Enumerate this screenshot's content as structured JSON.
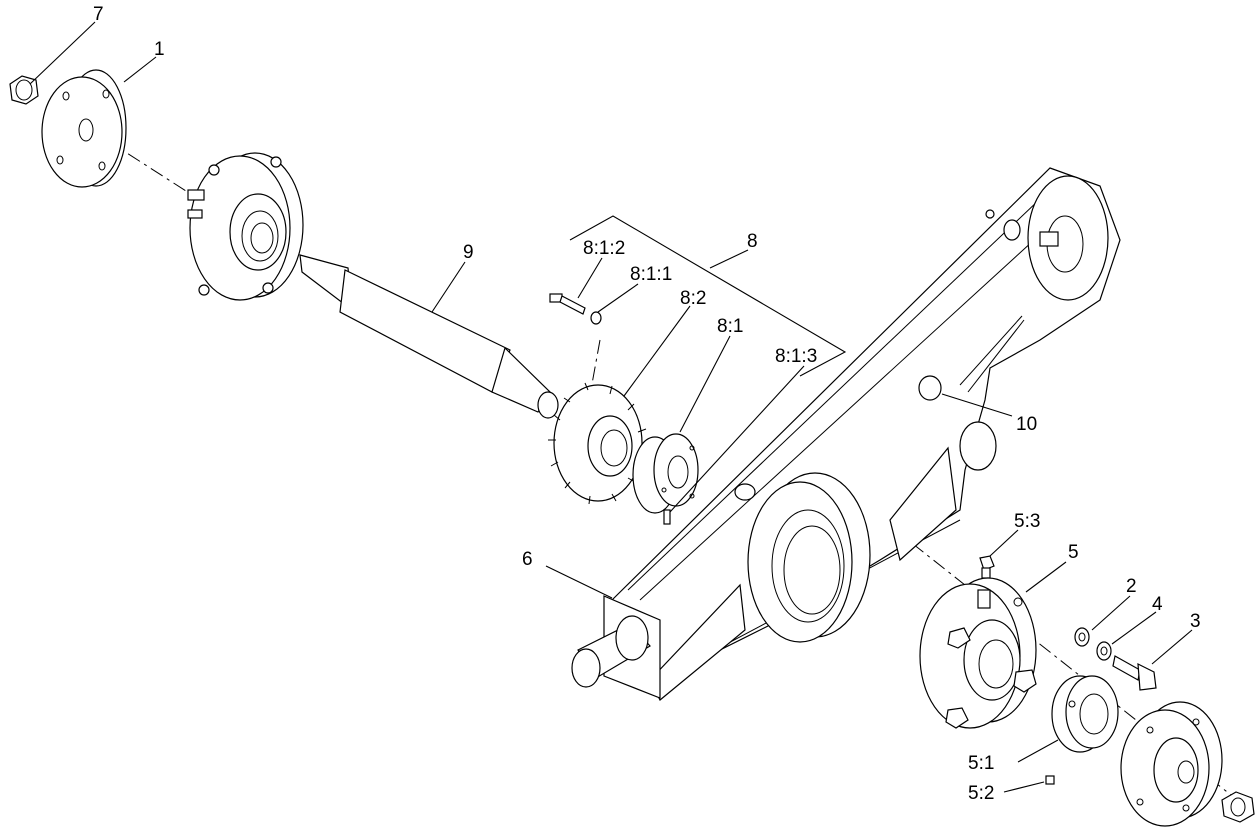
{
  "diagram": {
    "callouts": [
      {
        "id": "c7",
        "label": "7"
      },
      {
        "id": "c1",
        "label": "1"
      },
      {
        "id": "c9",
        "label": "9"
      },
      {
        "id": "c8",
        "label": "8"
      },
      {
        "id": "c812",
        "label": "8:1:2"
      },
      {
        "id": "c811",
        "label": "8:1:1"
      },
      {
        "id": "c82",
        "label": "8:2"
      },
      {
        "id": "c81",
        "label": "8:1"
      },
      {
        "id": "c813",
        "label": "8:1:3"
      },
      {
        "id": "c10",
        "label": "10"
      },
      {
        "id": "c53",
        "label": "5:3"
      },
      {
        "id": "c5",
        "label": "5"
      },
      {
        "id": "c6",
        "label": "6"
      },
      {
        "id": "c2",
        "label": "2"
      },
      {
        "id": "c4",
        "label": "4"
      },
      {
        "id": "c3",
        "label": "3"
      },
      {
        "id": "c51",
        "label": "5:1"
      },
      {
        "id": "c52",
        "label": "5:2"
      }
    ]
  }
}
